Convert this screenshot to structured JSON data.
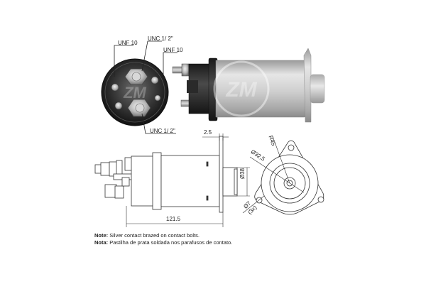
{
  "labels": {
    "unf10_left": "UNF 10",
    "unc12_top": "UNC 1/ 2\"",
    "unf10_right": "UNF 10",
    "unc12_bottom": "UNC 1/ 2\""
  },
  "dimensions": {
    "flange_thickness": "2.5",
    "overall_length": "121.5",
    "plunger_diameter": "Ø38",
    "bolt_circle_diameter": "Ø32,5",
    "flange_radius": "R45",
    "hole_diameter": "Ø7",
    "hole_count": "(3x)"
  },
  "notes": [
    {
      "label": "Note:",
      "text": " Silver contact brazed on contact bolts."
    },
    {
      "label": "Nota:",
      "text": " Pastilha de prata soldada nos parafusos de contato."
    }
  ],
  "watermark": "ZM",
  "colors": {
    "line": "#333333",
    "body_dark": "#2a2a2a",
    "body_silver": "#c8c8c8",
    "background": "#ffffff"
  }
}
